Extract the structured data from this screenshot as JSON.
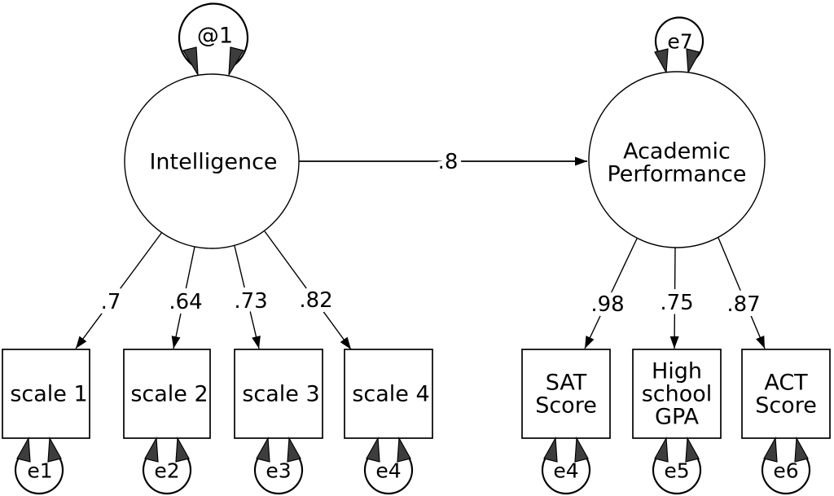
{
  "diagram": {
    "latent_left": {
      "name": "Intelligence",
      "variance_label": "@1"
    },
    "latent_right": {
      "name_line1": "Academic",
      "name_line2": "Performance",
      "error_label": "e7"
    },
    "path": {
      "coefficient": ".8"
    },
    "left_indicators": [
      {
        "name": "scale 1",
        "loading": ".7",
        "error": "e1"
      },
      {
        "name": "scale 2",
        "loading": ".64",
        "error": "e2"
      },
      {
        "name": "scale 3",
        "loading": ".73",
        "error": "e3"
      },
      {
        "name": "scale 4",
        "loading": ".82",
        "error": "e4"
      }
    ],
    "right_indicators": [
      {
        "line1": "SAT",
        "line2": "Score",
        "loading": ".98",
        "error": "e4"
      },
      {
        "line1": "High",
        "line2": "school",
        "line3": "GPA",
        "loading": ".75",
        "error": "e5"
      },
      {
        "line1": "ACT",
        "line2": "Score",
        "loading": ".87",
        "error": "e6"
      }
    ],
    "colors": {
      "line": "#000000",
      "arrow_wedge": "#3d3d3d",
      "background": "#ffffff"
    }
  }
}
